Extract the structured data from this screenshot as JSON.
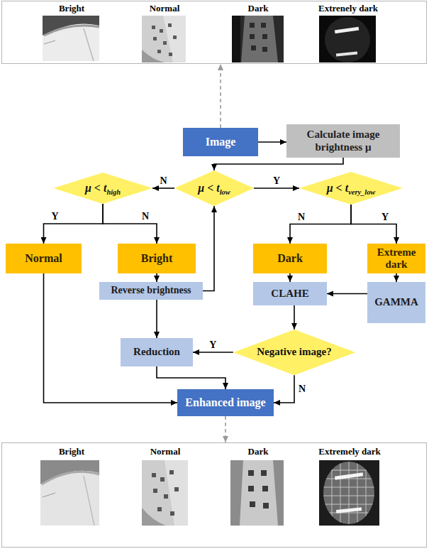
{
  "diagram": {
    "nodes": [
      {
        "text": [
          "Bright",
          "Normal",
          "Dark",
          "Extrenely dark"
        ]
      },
      {
        "text": [
          "Image"
        ]
      },
      {
        "text": [
          "Calculate image brightness μ"
        ]
      },
      {
        "text": [
          "μ < thigh"
        ]
      },
      {
        "text": [
          "μ < tlow"
        ]
      },
      {
        "text": [
          "μ < tvery_low"
        ]
      },
      {
        "text": [
          "Normal"
        ]
      },
      {
        "text": [
          "Bright"
        ]
      },
      {
        "text": [
          "Dark"
        ]
      },
      {
        "text": [
          "Extreme dark"
        ]
      },
      {
        "text": [
          "Reverse brightness"
        ]
      },
      {
        "text": [
          "CLAHE"
        ]
      },
      {
        "text": [
          "GAMMA"
        ]
      },
      {
        "text": [
          "Reduction"
        ]
      },
      {
        "text": [
          "Negative image?"
        ]
      },
      {
        "text": [
          "Enhanced image"
        ]
      },
      {
        "text": [
          "Bright",
          "Normal",
          "Dark",
          "Extremely dark"
        ]
      }
    ],
    "edges": [
      {
        "from": 1,
        "to": 0,
        "arrow": "to"
      },
      {
        "from": 1,
        "to": 2,
        "arrow": "to"
      },
      {
        "from": 2,
        "to": 4,
        "arrow": "to"
      },
      {
        "from": 4,
        "to": 3,
        "label": "N",
        "arrow": "to"
      },
      {
        "from": 4,
        "to": 5,
        "label": "Y",
        "arrow": "to"
      },
      {
        "from": 3,
        "to": 6,
        "label": "Y",
        "arrow": "to"
      },
      {
        "from": 3,
        "to": 7,
        "label": "N",
        "arrow": "to"
      },
      {
        "from": 5,
        "to": 8,
        "label": "N",
        "arrow": "to"
      },
      {
        "from": 5,
        "to": 9,
        "label": "Y",
        "arrow": "to"
      },
      {
        "from": 7,
        "to": 10,
        "arrow": "to"
      },
      {
        "from": 10,
        "to": 4,
        "arrow": "to"
      },
      {
        "from": 10,
        "to": 13,
        "arrow": "to"
      },
      {
        "from": 8,
        "to": 11,
        "arrow": "to"
      },
      {
        "from": 9,
        "to": 12,
        "arrow": "to"
      },
      {
        "from": 12,
        "to": 11,
        "arrow": "to"
      },
      {
        "from": 11,
        "to": 14,
        "arrow": "to"
      },
      {
        "from": 14,
        "to": 13,
        "label": "Y",
        "arrow": "to"
      },
      {
        "from": 14,
        "to": 15,
        "label": "N",
        "arrow": "to"
      },
      {
        "from": 13,
        "to": 15,
        "arrow": "to"
      },
      {
        "from": 6,
        "to": 15,
        "arrow": "to"
      },
      {
        "from": 15,
        "to": 16,
        "arrow": "to"
      }
    ]
  }
}
